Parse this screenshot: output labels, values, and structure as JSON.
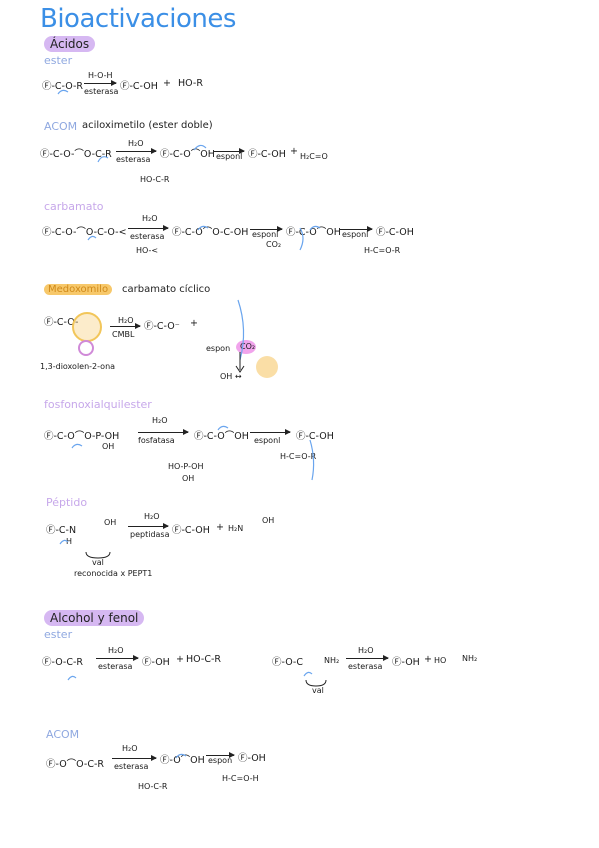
{
  "title": "Bioactivaciones",
  "acidos": {
    "header": "Ácidos",
    "ester": {
      "label": "ester",
      "start": "Ⓕ-C-O-R",
      "reagent_top": "H-O-H",
      "reagent_bottom": "esterasa",
      "product": "Ⓕ-C-OH",
      "plus": "+",
      "byproduct": "HO-R"
    },
    "acom": {
      "label": "ACOM",
      "subtitle": "aciloximetilo (ester doble)",
      "start": "Ⓕ-C-O-⌒O-C-R",
      "reagent_top": "H₂O",
      "reagent_bottom": "esterasa",
      "side": "HO-C-R",
      "intermediate": "Ⓕ-C-O⌒OH",
      "step2": "esponl",
      "product": "Ⓕ-C-OH",
      "plus": "+",
      "byproduct": "H₂C=O"
    },
    "carbamato": {
      "label": "carbamato",
      "start": "Ⓕ-C-O-⌒O-C-O-<",
      "reagent_top": "H₂O",
      "reagent_bottom": "esterasa",
      "side": "HO-<",
      "intermediate1": "Ⓕ-C-O⌒O-C-OH",
      "step2": "esponl",
      "side2": "CO₂",
      "intermediate2": "Ⓕ-C-O⌒OH",
      "step3": "esponl",
      "side3": "H-C=O-R",
      "product": "Ⓕ-C-OH"
    },
    "medoxomilo": {
      "label": "Medoxomilo",
      "subtitle": "carbamato cíclico",
      "start": "Ⓕ-C-O-",
      "ring_name": "1,3-dioxolen-2-ona",
      "reagent_top": "H₂O",
      "reagent_bottom": "CMBL",
      "product": "Ⓕ-C-O⁻",
      "plus": "+",
      "step": "espon",
      "side": "CO₂",
      "product2": "OH ↔"
    },
    "fosfonoxi": {
      "label": "fosfonoxialquilester",
      "start": "Ⓕ-C-O⌒O-P-OH",
      "start_oh": "OH",
      "reagent_top": "H₂O",
      "reagent_bottom": "fosfatasa",
      "side": "HO-P-OH",
      "side_oh": "OH",
      "intermediate": "Ⓕ-C-O⌒OH",
      "step2": "esponl",
      "side2": "H-C=O-R",
      "product": "Ⓕ-C-OH"
    },
    "peptido": {
      "label": "Péptido",
      "start": "Ⓕ-C-N",
      "start_h": "H",
      "start_oh": "OH",
      "val": "val",
      "note": "reconocida x PEPT1",
      "reagent_top": "H₂O",
      "reagent_bottom": "peptidasa",
      "product": "Ⓕ-C-OH",
      "plus": "+",
      "byproduct": "H₂N",
      "byproduct_oh": "OH"
    }
  },
  "alcohol": {
    "header": "Alcohol y fenol",
    "ester": {
      "label": "ester",
      "start": "Ⓕ-O-C-R",
      "reagent_top": "H₂O",
      "reagent_bottom": "esterasa",
      "product": "Ⓕ-OH",
      "plus": "+",
      "byproduct": "HO-C-R"
    },
    "ester_val": {
      "start": "Ⓕ-O-C",
      "nh2": "NH₂",
      "val": "val",
      "reagent_top": "H₂O",
      "reagent_bottom": "esterasa",
      "product": "Ⓕ-OH",
      "plus": "+",
      "byproduct": "HO",
      "byproduct_nh2": "NH₂"
    },
    "acom": {
      "label": "ACOM",
      "start": "Ⓕ-O⌒O-C-R",
      "reagent_top": "H₂O",
      "reagent_bottom": "esterasa",
      "side": "HO-C-R",
      "intermediate": "Ⓕ-O⌒OH",
      "step2": "espon",
      "side2": "H-C=O-H",
      "product": "Ⓕ-OH"
    }
  },
  "colors": {
    "title": "#3b8fe6",
    "header_highlight": "#d6b8f2",
    "orange_highlight": "#f7c86a",
    "blue_label": "#8fa8e0",
    "purple_label": "#c7a8ea",
    "arrow_blue": "#6aa5ee"
  }
}
